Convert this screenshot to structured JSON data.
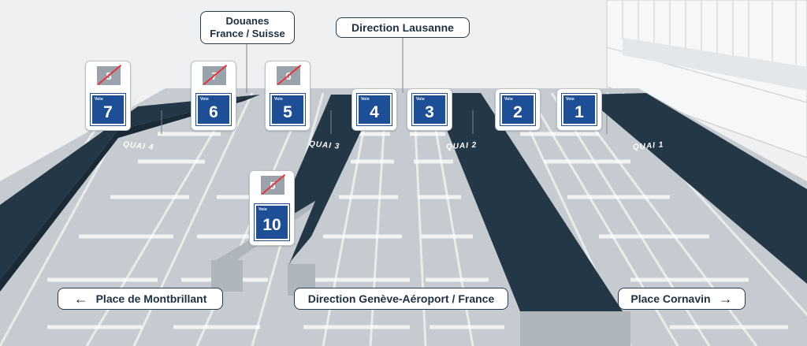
{
  "callouts": {
    "douanes": [
      "Douanes",
      "France / Suisse"
    ],
    "lausanne": "Direction Lausanne",
    "montbrillant": "Place de Montbrillant",
    "geneve_aeroport": "Direction Genève-Aéroport / France",
    "cornavin": "Place Cornavin"
  },
  "arrows": {
    "left": "←",
    "right": "→"
  },
  "quais": [
    "QUAI 4",
    "QUAI 3",
    "QUAI 2",
    "QUAI 1"
  ],
  "signs": [
    {
      "old": "8",
      "voie_label": "Voie",
      "number": "7"
    },
    {
      "old": "7",
      "voie_label": "Voie",
      "number": "6"
    },
    {
      "old": "6",
      "voie_label": "Voie",
      "number": "5"
    },
    {
      "old": null,
      "voie_label": "Voie",
      "number": "4"
    },
    {
      "old": null,
      "voie_label": "Voie",
      "number": "3"
    },
    {
      "old": null,
      "voie_label": "Voie",
      "number": "2"
    },
    {
      "old": null,
      "voie_label": "Voie",
      "number": "1"
    },
    {
      "old": "5",
      "voie_label": "Voie",
      "number": "10"
    }
  ],
  "colors": {
    "platform": "#243746",
    "track_bed": "#c5cbd0",
    "sign_blue": "#1e4f96",
    "strike_red": "#e0363c",
    "callout_border": "#2a3a48"
  }
}
